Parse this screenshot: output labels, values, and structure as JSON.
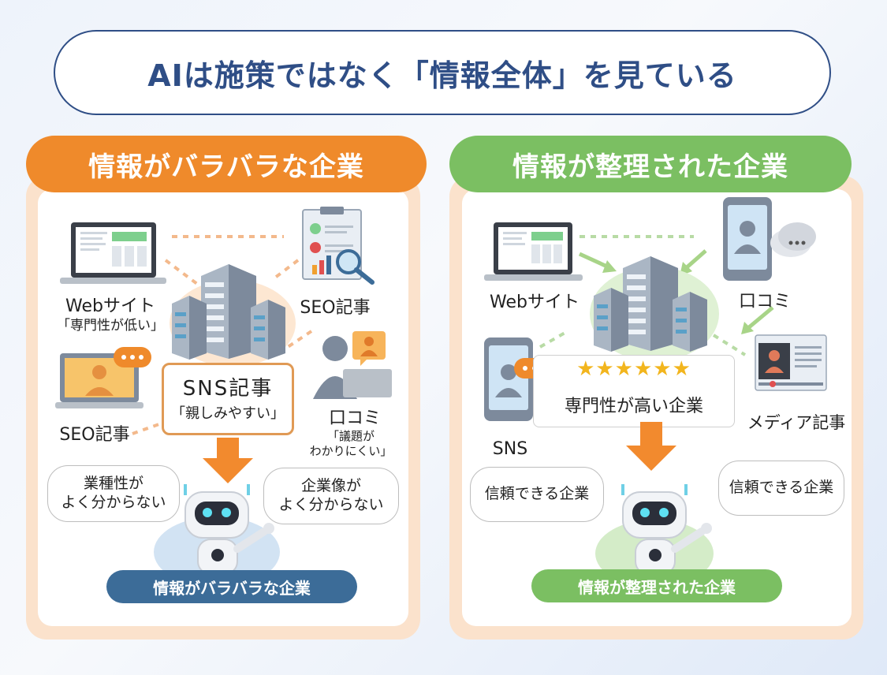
{
  "title": "AIは施策ではなく「情報全体」を見ている",
  "left": {
    "header": "情報がバラバラな企業",
    "web_label": "Webサイト",
    "web_sub": "「専門性が低い」",
    "seo_top": "SEO記事",
    "seo_bottom": "SEO記事",
    "sns_title": "SNS記事",
    "sns_sub": "「親しみやすい」",
    "review_label": "口コミ",
    "review_sub": [
      "「議題が",
      "わかりにくい」"
    ],
    "bubble1": [
      "業種性が",
      "よく分からない"
    ],
    "bubble2": [
      "企業像が",
      "よく分からない"
    ],
    "bottom": "情報がバラバラな企業"
  },
  "right": {
    "header": "情報が整理された企業",
    "web_label": "Webサイト",
    "review_label": "口コミ",
    "sns_label": "SNS",
    "media_label": "メディア記事",
    "stars": "★★★★★★",
    "card_text": "専門性が高い企業",
    "bubble1": "信頼できる企業",
    "bubble2": "信頼できる企業",
    "bottom": "情報が整理された企業"
  },
  "colors": {
    "orange": "#ef8a2b",
    "orange_light": "#fbe2cc",
    "green": "#7bbf62",
    "green_light": "#fbe2cc",
    "navy": "#2f4e86",
    "bottom_left": "#3c6c98",
    "bottom_right": "#7bbf62"
  },
  "icons": [
    "laptop-icon",
    "document-chart-icon",
    "building-icon",
    "person-icon",
    "smartphone-icon",
    "chat-bubble-icon",
    "robot-icon",
    "arrow-down-icon",
    "video-article-icon"
  ]
}
